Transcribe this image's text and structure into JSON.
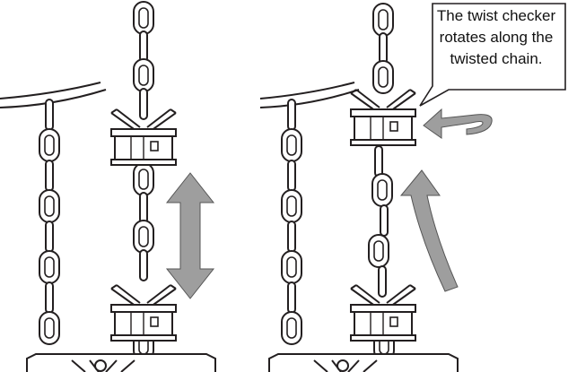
{
  "callout": {
    "lines": [
      "The twist checker",
      "rotates along the",
      "twisted chain."
    ]
  },
  "colors": {
    "line": "#231f20",
    "arrow_fill": "#9e9e9e",
    "background": "#ffffff"
  },
  "icons": {
    "up_down_arrow": "double-vertical-arrow-icon",
    "rotate_arrow": "rotation-arrow-icon",
    "up_curve_arrow": "curved-up-arrow-icon"
  }
}
